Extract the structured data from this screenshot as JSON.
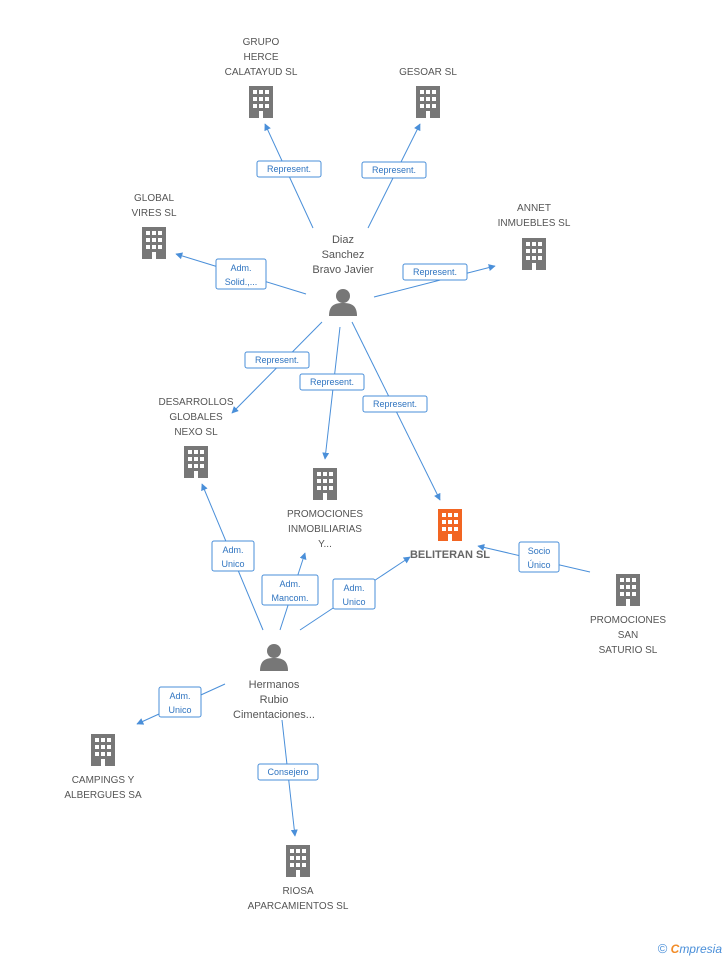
{
  "colors": {
    "edge": "#4a8fd9",
    "company": "#777777",
    "highlight": "#f26522",
    "person": "#777777"
  },
  "companies": [
    {
      "id": "grupo-herce",
      "lines": [
        "GRUPO",
        "HERCE",
        "CALATAYUD SL"
      ],
      "highlight": false
    },
    {
      "id": "gesoar",
      "lines": [
        "GESOAR SL"
      ],
      "highlight": false
    },
    {
      "id": "global-vires",
      "lines": [
        "GLOBAL",
        "VIRES  SL"
      ],
      "highlight": false
    },
    {
      "id": "annet",
      "lines": [
        "ANNET",
        "INMUEBLES SL"
      ],
      "highlight": false
    },
    {
      "id": "desarrollos",
      "lines": [
        "DESARROLLOS",
        "GLOBALES",
        "NEXO SL"
      ],
      "highlight": false
    },
    {
      "id": "promociones-inmob",
      "lines": [
        "PROMOCIONES",
        "INMOBILIARIAS",
        "Y..."
      ],
      "highlight": false
    },
    {
      "id": "beliteran",
      "lines": [
        "BELITERAN SL"
      ],
      "highlight": true
    },
    {
      "id": "promociones-san",
      "lines": [
        "PROMOCIONES",
        "SAN",
        "SATURIO  SL"
      ],
      "highlight": false
    },
    {
      "id": "campings",
      "lines": [
        "CAMPINGS Y",
        "ALBERGUES SA"
      ],
      "highlight": false
    },
    {
      "id": "riosa",
      "lines": [
        "RIOSA",
        "APARCAMIENTOS SL"
      ],
      "highlight": false
    }
  ],
  "persons": [
    {
      "id": "diaz",
      "lines": [
        "Diaz",
        "Sanchez",
        "Bravo Javier"
      ]
    },
    {
      "id": "hermanos",
      "lines": [
        "Hermanos",
        "Rubio",
        "Cimentaciones..."
      ]
    }
  ],
  "edges": [
    {
      "lines": [
        "Represent."
      ]
    },
    {
      "lines": [
        "Represent."
      ]
    },
    {
      "lines": [
        "Adm.",
        "Solid.,..."
      ]
    },
    {
      "lines": [
        "Represent."
      ]
    },
    {
      "lines": [
        "Represent."
      ]
    },
    {
      "lines": [
        "Represent."
      ]
    },
    {
      "lines": [
        "Represent."
      ]
    },
    {
      "lines": [
        "Adm.",
        "Unico"
      ]
    },
    {
      "lines": [
        "Adm.",
        "Mancom."
      ]
    },
    {
      "lines": [
        "Adm.",
        "Unico"
      ]
    },
    {
      "lines": [
        "Socio",
        "Único"
      ]
    },
    {
      "lines": [
        "Adm.",
        "Unico"
      ]
    },
    {
      "lines": [
        "Consejero"
      ]
    }
  ],
  "footer": {
    "copyright": "©",
    "brand_first": "C",
    "brand_rest": "mpresia"
  }
}
